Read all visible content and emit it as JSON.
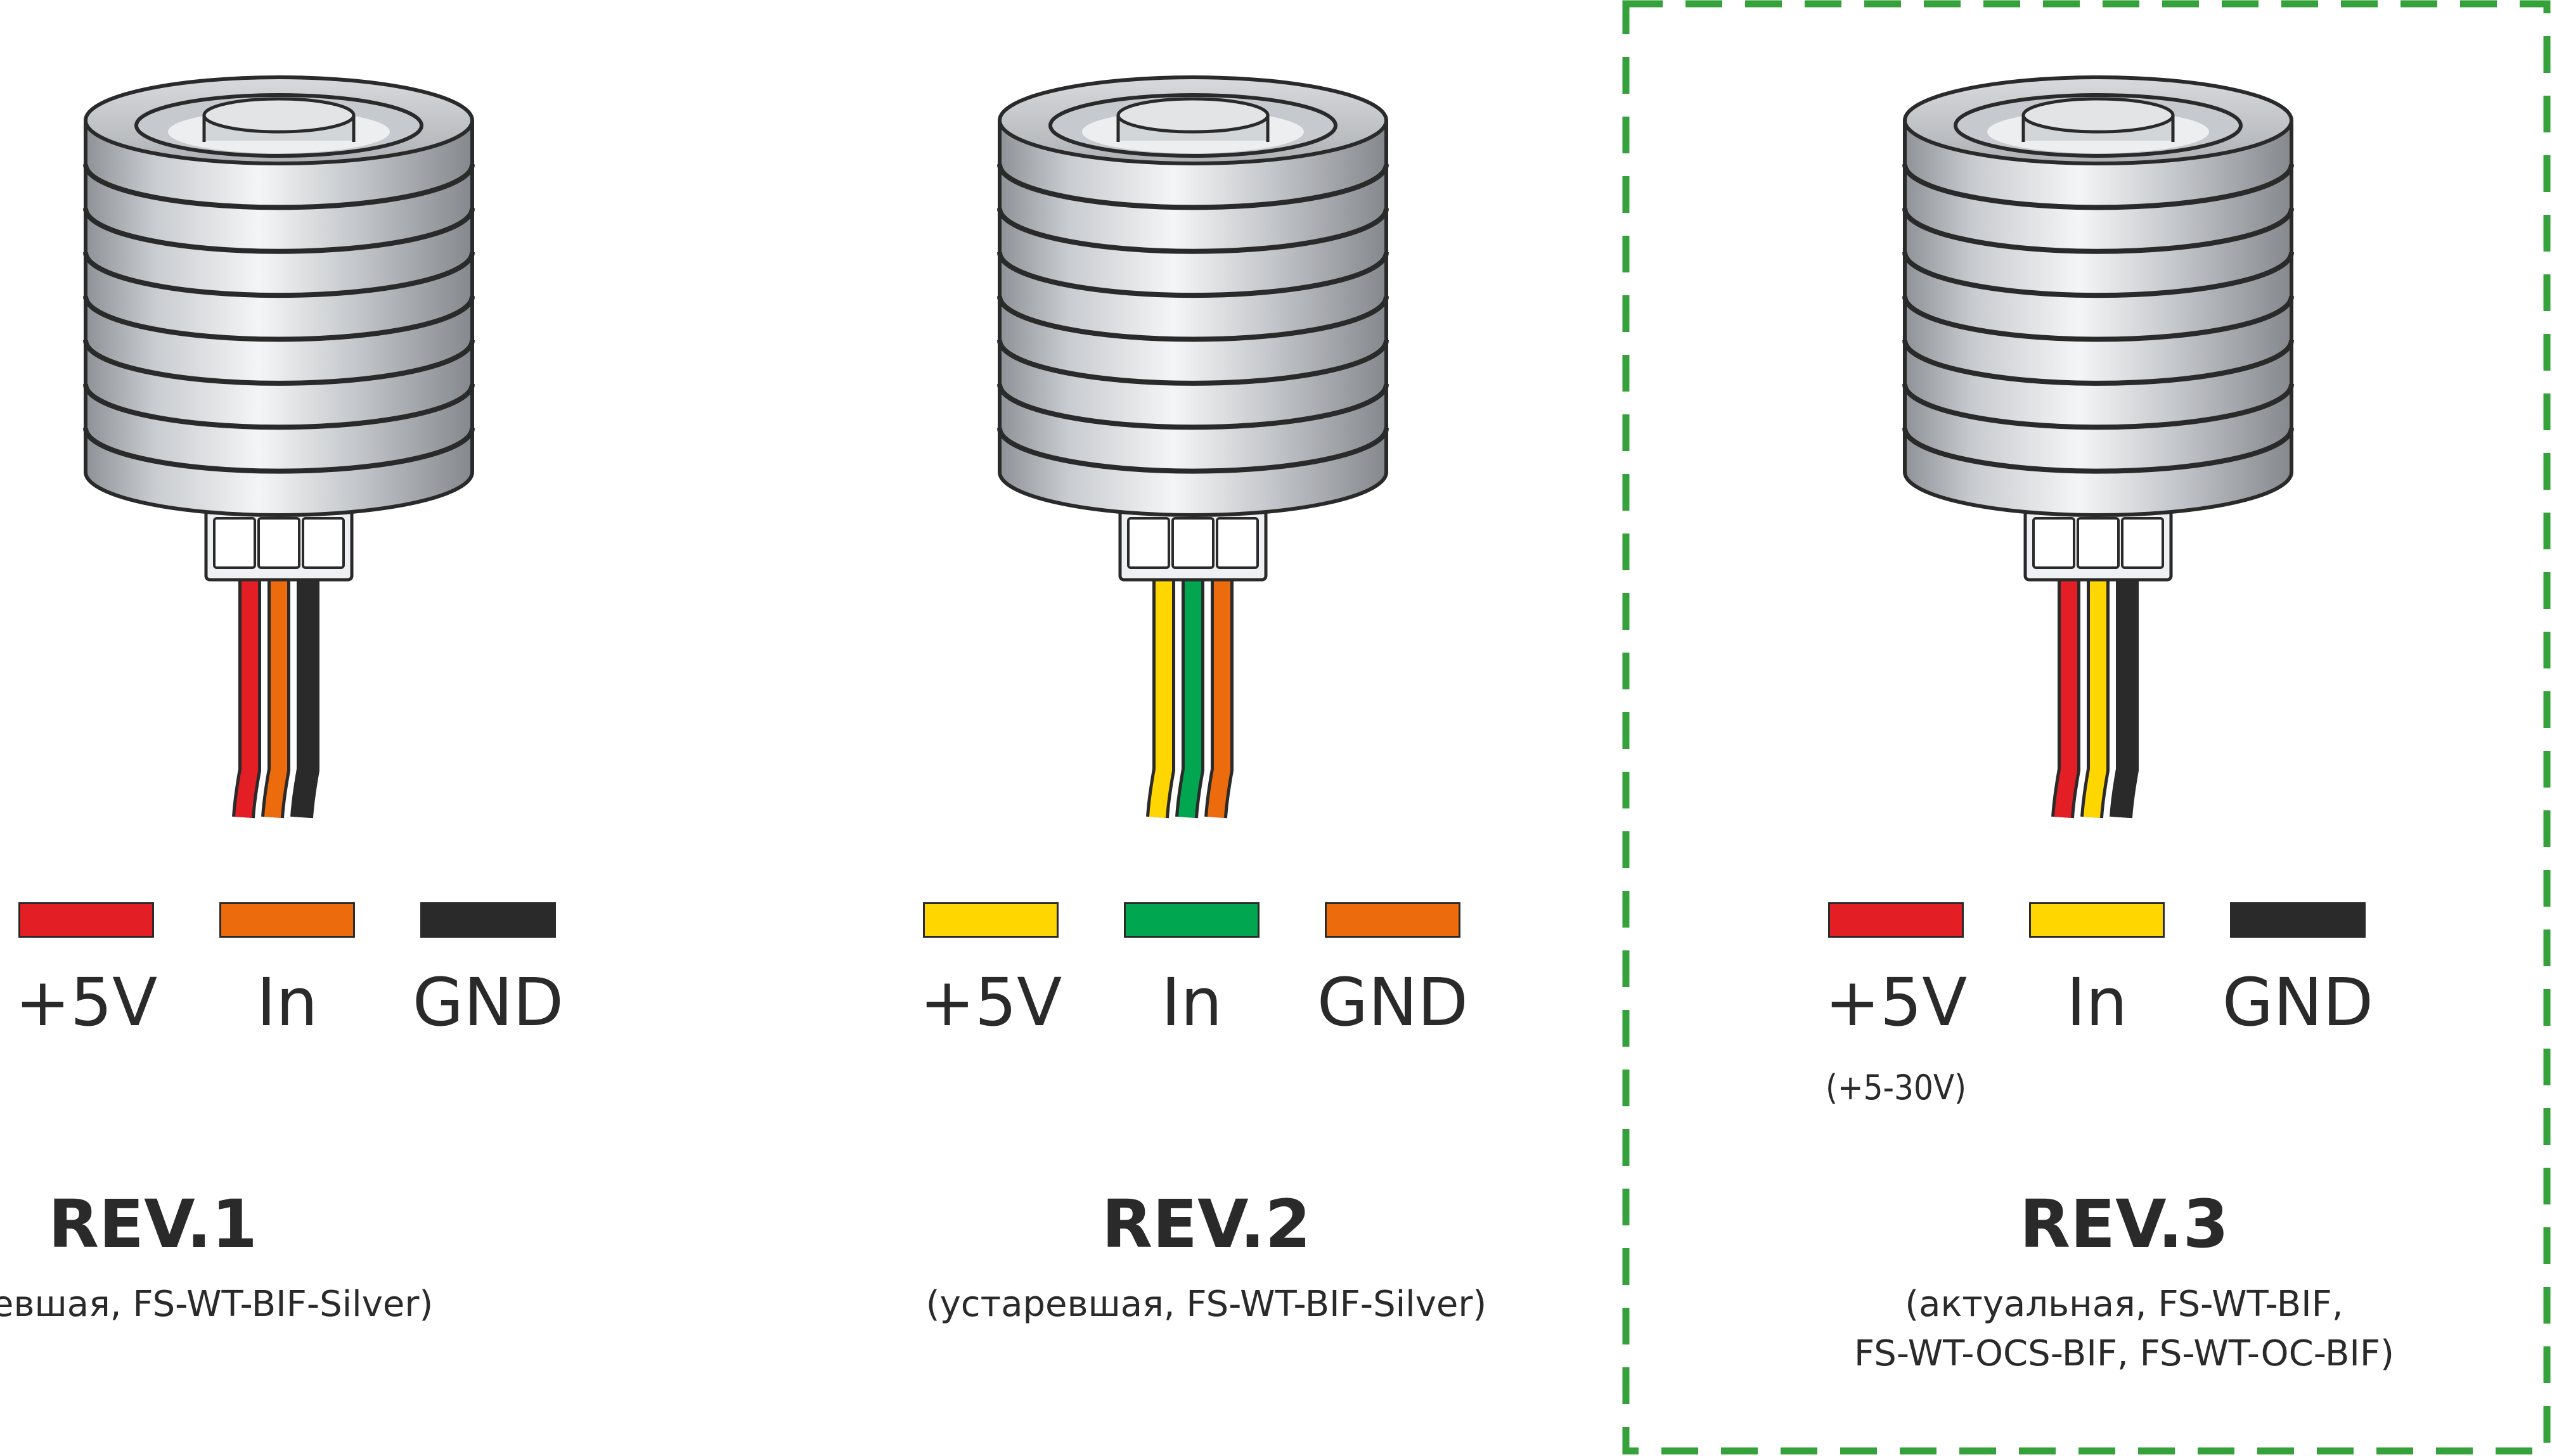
{
  "revisions": [
    {
      "title": "REV.1",
      "desc_lines": [
        "(устаревшая, FS-WT-BIF-Silver)"
      ],
      "pins": [
        {
          "label": "+5V",
          "color": "#e31e24",
          "note": ""
        },
        {
          "label": "In",
          "color": "#ec6b0d",
          "note": ""
        },
        {
          "label": "GND",
          "color": "#2a2a2a",
          "note": ""
        }
      ]
    },
    {
      "title": "REV.2",
      "desc_lines": [
        "(устаревшая, FS-WT-BIF-Silver)"
      ],
      "pins": [
        {
          "label": "+5V",
          "color": "#ffd600",
          "note": ""
        },
        {
          "label": "In",
          "color": "#00a650",
          "note": ""
        },
        {
          "label": "GND",
          "color": "#ec6b0d",
          "note": ""
        }
      ]
    },
    {
      "title": "REV.3",
      "desc_lines": [
        "(актуальная, FS-WT-BIF,",
        "FS-WT-OCS-BIF, FS-WT-OC-BIF)"
      ],
      "highlighted": true,
      "highlight_color": "#34a13a",
      "pins": [
        {
          "label": "+5V",
          "color": "#e31e24",
          "note": "(+5-30V)"
        },
        {
          "label": "In",
          "color": "#ffd600",
          "note": ""
        },
        {
          "label": "GND",
          "color": "#2a2a2a",
          "note": ""
        }
      ]
    }
  ]
}
